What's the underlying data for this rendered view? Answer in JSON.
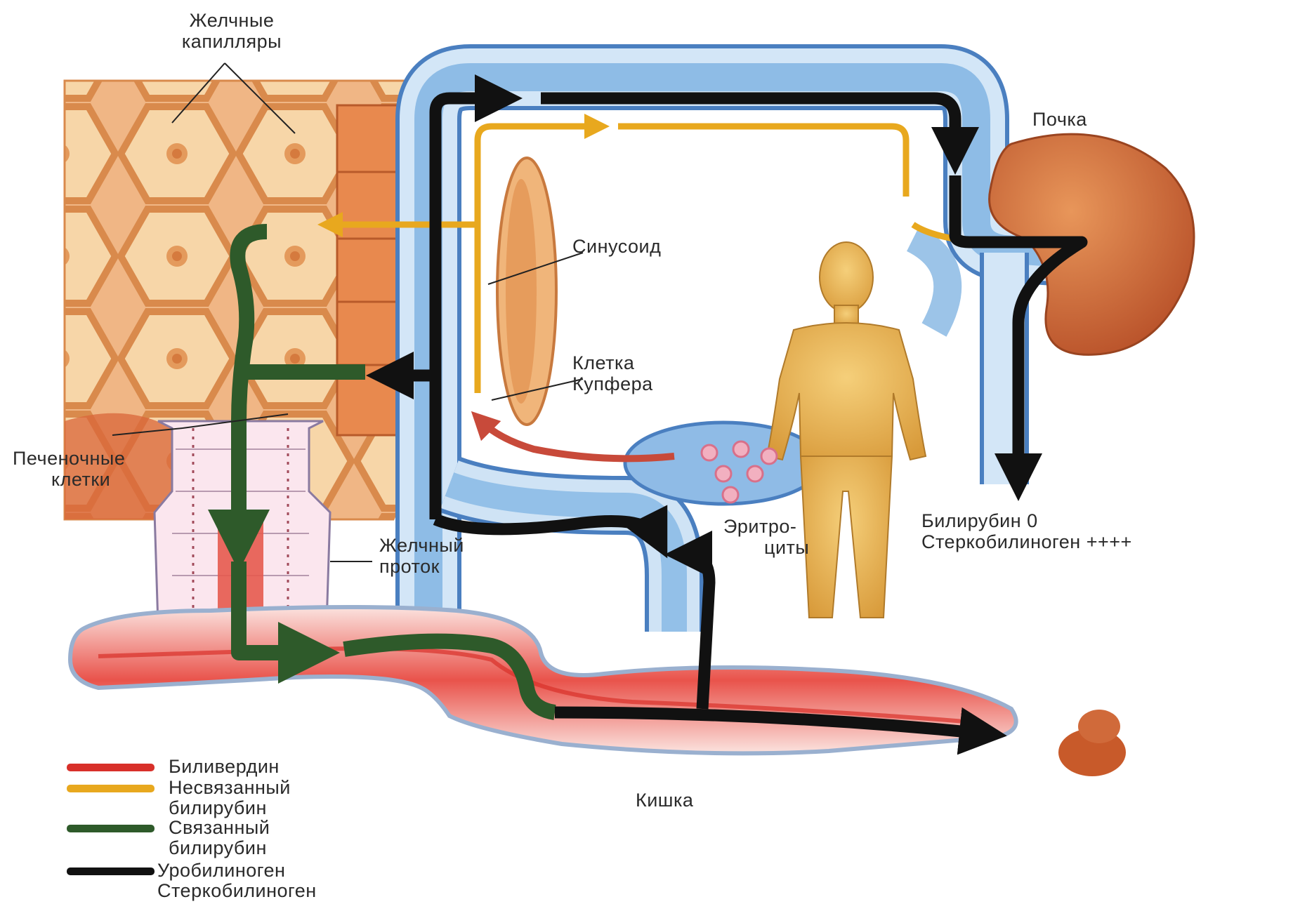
{
  "labels": {
    "bile_capillaries": [
      "Желчные",
      "капилляры"
    ],
    "kidney": "Почка",
    "sinusoid": "Синусоид",
    "kupffer_cell": [
      "Клетка",
      "Купфера"
    ],
    "liver_cells": [
      "Печеночные",
      "клетки"
    ],
    "bile_duct": [
      "Желчный",
      "проток"
    ],
    "erythrocytes": [
      "Эритро-",
      "циты"
    ],
    "urine_content": [
      "Билирубин 0",
      "Стеркобилиноген ++++"
    ],
    "intestine": "Кишка"
  },
  "legend": [
    {
      "lines": [
        "Биливердин"
      ],
      "color": "#d8302a"
    },
    {
      "lines": [
        "Несвязанный",
        "билирубин"
      ],
      "color": "#e8a81e"
    },
    {
      "lines": [
        "Связанный",
        "билирубин"
      ],
      "color": "#2e5a2a"
    },
    {
      "lines": [
        "Уробилиноген",
        "Стеркобилиноген"
      ],
      "color": "#111111"
    }
  ],
  "colors": {
    "biliverdin": "#d8302a",
    "unbound_bilirubin": "#e8a81e",
    "bound_bilirubin": "#2e5a2a",
    "urobilinogen": "#111111",
    "vessel": "#9cc4e8",
    "liver": "#f2b27a",
    "kidney": "#d06a3a"
  }
}
